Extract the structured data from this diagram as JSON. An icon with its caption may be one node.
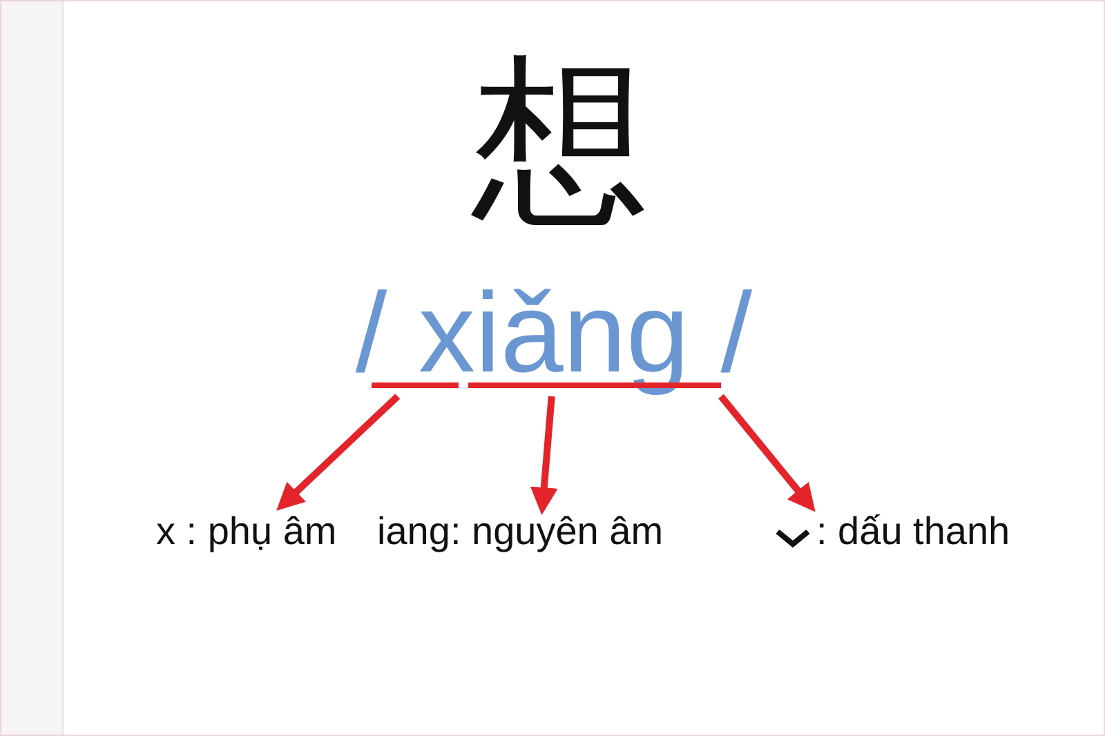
{
  "diagram": {
    "nodes": [
      {
        "text": [],
        "shape": "bar"
      },
      {
        "text": [],
        "shape": "bar"
      },
      {
        "text": [
          "x : phụ âm"
        ]
      },
      {
        "text": [
          "iang: nguyên âm"
        ]
      },
      {
        "text": [
          ": dấu thanh"
        ]
      }
    ],
    "edges": [
      {
        "from": 0,
        "to": 2,
        "arrow": "to"
      },
      {
        "from": 1,
        "to": 3,
        "arrow": "to"
      },
      {
        "from": 1,
        "to": 4,
        "arrow": "to"
      }
    ],
    "labels": [
      "想",
      "/ xiǎng /"
    ]
  }
}
